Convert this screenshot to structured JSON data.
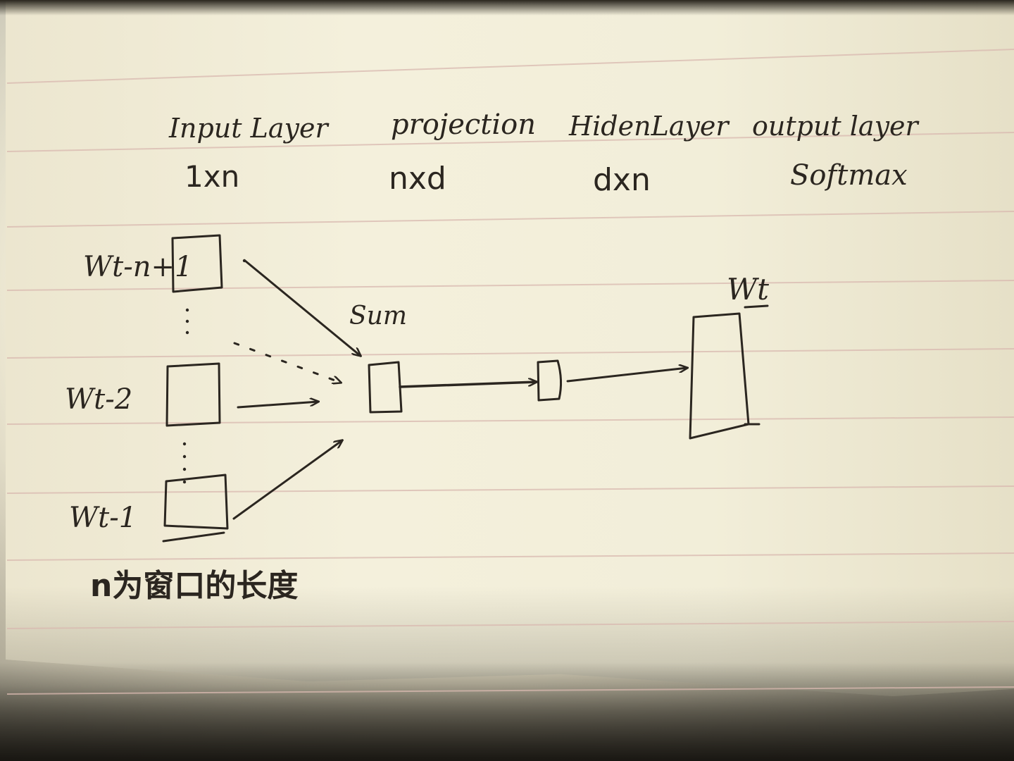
{
  "header": {
    "columns": [
      {
        "title": "Input Layer",
        "dim": "1xn"
      },
      {
        "title": "projection",
        "dim": "nxd"
      },
      {
        "title": "HidenLayer",
        "dim": "dxn"
      },
      {
        "title": "output layer",
        "dim": "Softmax"
      }
    ]
  },
  "inputs": [
    {
      "label": "Wt-n+1"
    },
    {
      "label": "Wt-2"
    },
    {
      "label": "Wt-1"
    }
  ],
  "sum_label": "Sum",
  "output_label": "Wt",
  "footnote": "n为窗口的长度",
  "colors": {
    "ink": "#2b2620",
    "paper": "#f2eed9",
    "rule_line": "#d7b5ad"
  }
}
